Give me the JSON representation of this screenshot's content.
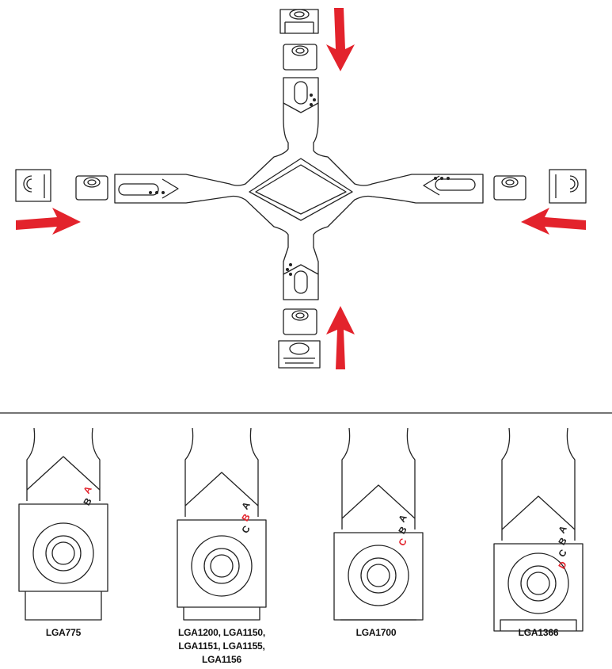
{
  "colors": {
    "accent": "#e3232c",
    "line": "#222222",
    "bg": "#ffffff"
  },
  "assembly": {
    "arrow_icons": [
      "arrow-down-icon",
      "arrow-right-icon",
      "arrow-left-icon",
      "arrow-up-icon"
    ]
  },
  "positions": [
    {
      "label_lines": [
        "LGA775"
      ],
      "letters": [
        "A",
        "B"
      ],
      "highlight": "A"
    },
    {
      "label_lines": [
        "LGA1200, LGA1150,",
        "LGA1151, LGA1155,",
        "LGA1156"
      ],
      "letters": [
        "A",
        "B",
        "C"
      ],
      "highlight": "B"
    },
    {
      "label_lines": [
        "LGA1700"
      ],
      "letters": [
        "A",
        "B",
        "C"
      ],
      "highlight": "C"
    },
    {
      "label_lines": [
        "LGA1366"
      ],
      "letters": [
        "A",
        "B",
        "C",
        "D"
      ],
      "highlight": "D"
    }
  ]
}
